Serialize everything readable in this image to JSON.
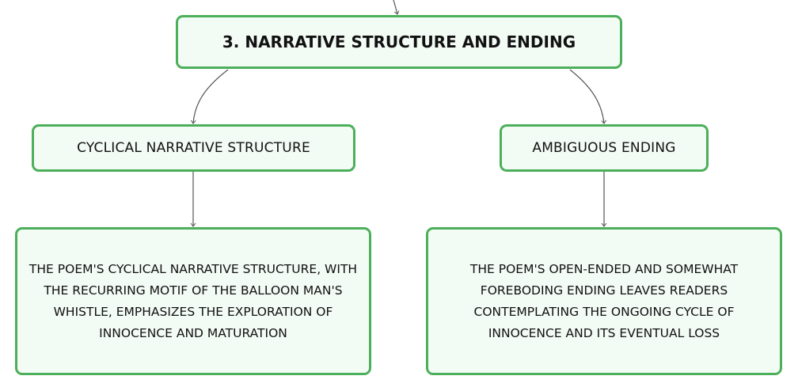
{
  "diagram": {
    "root": {
      "label": "3. NARRATIVE STRUCTURE AND ENDING"
    },
    "branches": [
      {
        "label": "CYCLICAL NARRATIVE STRUCTURE",
        "detail": "THE POEM'S CYCLICAL NARRATIVE STRUCTURE, WITH THE RECURRING MOTIF OF THE BALLOON MAN'S WHISTLE, EMPHASIZES THE EXPLORATION OF INNOCENCE AND MATURATION"
      },
      {
        "label": "AMBIGUOUS ENDING",
        "detail": "THE POEM'S OPEN-ENDED AND SOMEWHAT FOREBODING ENDING LEAVES READERS CONTEMPLATING THE ONGOING CYCLE OF INNOCENCE AND ITS EVENTUAL LOSS"
      }
    ],
    "colors": {
      "node_border": "#4caf5a",
      "node_fill": "#f3fbf5",
      "connector": "#555555"
    }
  }
}
